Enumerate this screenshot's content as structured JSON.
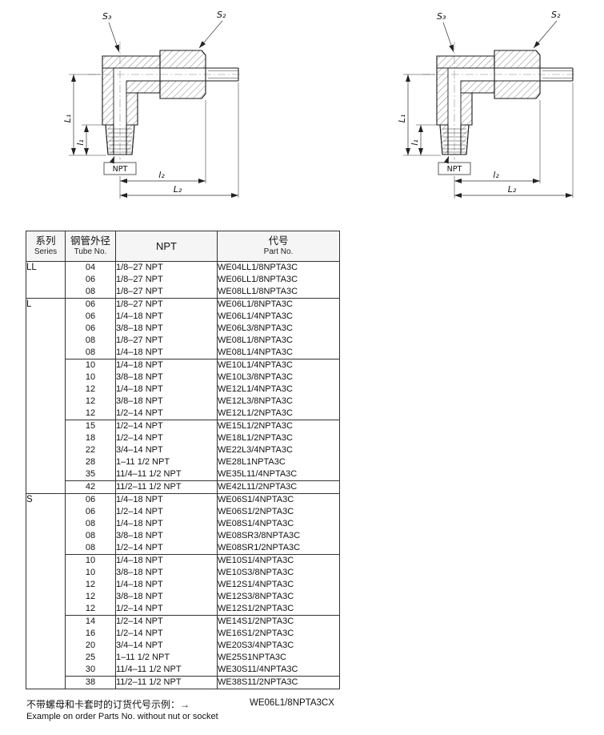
{
  "drawing": {
    "s3": "S₃",
    "s2": "S₂",
    "dim_L1": "L₁",
    "dim_l1": "l₁",
    "npt_label": "NPT",
    "dim_l2": "l₂",
    "dim_L2": "L₂"
  },
  "table": {
    "headers": {
      "series_zh": "系列",
      "series_en": "Series",
      "tube_zh": "钢管外径",
      "tube_en": "Tube No.",
      "npt": "NPT",
      "part_zh": "代号",
      "part_en": "Part No."
    },
    "groups": [
      {
        "series": "LL",
        "blocks": [
          [
            [
              "04",
              "1/8–27 NPT",
              "WE04LL1/8NPTA3C"
            ],
            [
              "06",
              "1/8–27 NPT",
              "WE06LL1/8NPTA3C"
            ],
            [
              "08",
              "1/8–27 NPT",
              "WE08LL1/8NPTA3C"
            ]
          ]
        ]
      },
      {
        "series": "L",
        "blocks": [
          [
            [
              "06",
              "1/8–27 NPT",
              "WE06L1/8NPTA3C"
            ],
            [
              "06",
              "1/4–18 NPT",
              "WE06L1/4NPTA3C"
            ],
            [
              "06",
              "3/8–18 NPT",
              "WE06L3/8NPTA3C"
            ],
            [
              "08",
              "1/8–27 NPT",
              "WE08L1/8NPTA3C"
            ],
            [
              "08",
              "1/4–18 NPT",
              "WE08L1/4NPTA3C"
            ]
          ],
          [
            [
              "10",
              "1/4–18 NPT",
              "WE10L1/4NPTA3C"
            ],
            [
              "10",
              "3/8–18 NPT",
              "WE10L3/8NPTA3C"
            ],
            [
              "12",
              "1/4–18 NPT",
              "WE12L1/4NPTA3C"
            ],
            [
              "12",
              "3/8–18 NPT",
              "WE12L3/8NPTA3C"
            ],
            [
              "12",
              "1/2–14 NPT",
              "WE12L1/2NPTA3C"
            ]
          ],
          [
            [
              "15",
              "1/2–14 NPT",
              "WE15L1/2NPTA3C"
            ],
            [
              "18",
              "1/2–14 NPT",
              "WE18L1/2NPTA3C"
            ],
            [
              "22",
              "3/4–14 NPT",
              "WE22L3/4NPTA3C"
            ],
            [
              "28",
              "1–11 1/2 NPT",
              "WE28L1NPTA3C"
            ],
            [
              "35",
              "11/4–11 1/2 NPT",
              "WE35L11/4NPTA3C"
            ]
          ],
          [
            [
              "42",
              "11/2–11 1/2 NPT",
              "WE42L11/2NPTA3C"
            ]
          ]
        ]
      },
      {
        "series": "S",
        "blocks": [
          [
            [
              "06",
              "1/4–18 NPT",
              "WE06S1/4NPTA3C"
            ],
            [
              "06",
              "1/2–14 NPT",
              "WE06S1/2NPTA3C"
            ],
            [
              "08",
              "1/4–18 NPT",
              "WE08S1/4NPTA3C"
            ],
            [
              "08",
              "3/8–18 NPT",
              "WE08SR3/8NPTA3C"
            ],
            [
              "08",
              "1/2–14 NPT",
              "WE08SR1/2NPTA3C"
            ]
          ],
          [
            [
              "10",
              "1/4–18 NPT",
              "WE10S1/4NPTA3C"
            ],
            [
              "10",
              "3/8–18 NPT",
              "WE10S3/8NPTA3C"
            ],
            [
              "12",
              "1/4–18 NPT",
              "WE12S1/4NPTA3C"
            ],
            [
              "12",
              "3/8–18 NPT",
              "WE12S3/8NPTA3C"
            ],
            [
              "12",
              "1/2–14 NPT",
              "WE12S1/2NPTA3C"
            ]
          ],
          [
            [
              "14",
              "1/2–14 NPT",
              "WE14S1/2NPTA3C"
            ],
            [
              "16",
              "1/2–14 NPT",
              "WE16S1/2NPTA3C"
            ],
            [
              "20",
              "3/4–14 NPT",
              "WE20S3/4NPTA3C"
            ],
            [
              "25",
              "1–11 1/2 NPT",
              "WE25S1NPTA3C"
            ],
            [
              "30",
              "11/4–11 1/2 NPT",
              "WE30S11/4NPTA3C"
            ]
          ],
          [
            [
              "38",
              "11/2–11 1/2 NPT",
              "WE38S11/2NPTA3C"
            ]
          ]
        ]
      }
    ]
  },
  "footer": {
    "note_zh": "不带螺母和卡套时的订货代号示例：→",
    "example_part": "WE06L1/8NPTA3CX",
    "note_en": "Example on order Parts No. without nut or socket"
  }
}
